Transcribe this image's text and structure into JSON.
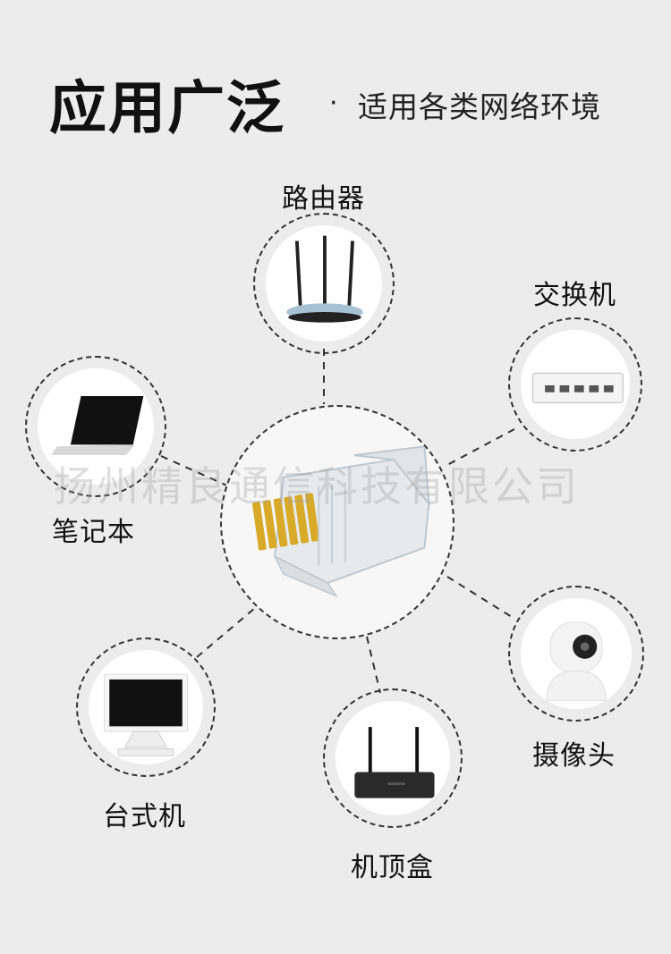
{
  "header": {
    "title": "应用广泛",
    "separator": "·",
    "subtitle": "适用各类网络环境"
  },
  "watermark": "扬州精良通信科技有限公司",
  "center": {
    "icon": "rj45-connector-icon"
  },
  "devices": [
    {
      "label": "路由器",
      "icon": "router-icon"
    },
    {
      "label": "交换机",
      "icon": "switch-icon"
    },
    {
      "label": "笔记本",
      "icon": "laptop-icon"
    },
    {
      "label": "摄像头",
      "icon": "camera-icon"
    },
    {
      "label": "台式机",
      "icon": "desktop-icon"
    },
    {
      "label": "机顶盒",
      "icon": "settop-box-icon"
    }
  ]
}
